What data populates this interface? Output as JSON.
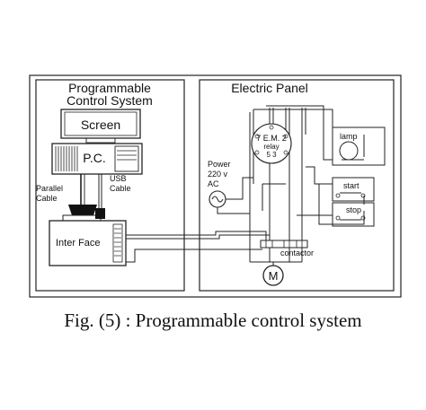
{
  "panels": {
    "left_title_line1": "Programmable",
    "left_title_line2": "Control System",
    "right_title": "Electric Panel"
  },
  "components": {
    "screen": "Screen",
    "pc": "P.C.",
    "usb_cable_line1": "USB",
    "usb_cable_line2": "Cable",
    "parallel_cable_line1": "Parallel",
    "parallel_cable_line2": "Cable",
    "interface": "Inter Face",
    "relay_line1": "7  E.M.  2",
    "relay_line2": "relay",
    "relay_line3": "5  3",
    "power_line1": "Power",
    "power_line2": "220 v",
    "power_line3": "AC",
    "lamp": "lamp",
    "start": "start",
    "stop": "stop",
    "contactor": "contactor",
    "motor": "M"
  },
  "caption": "Fig. (5) : Programmable control system"
}
